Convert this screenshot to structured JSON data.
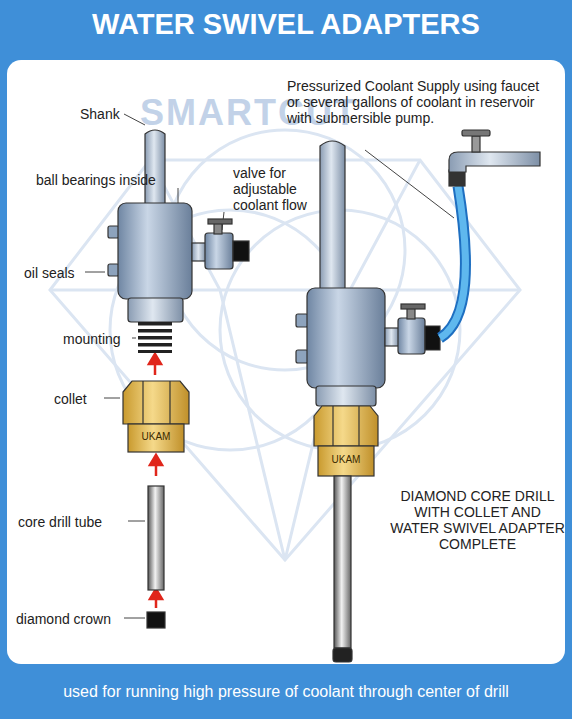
{
  "diagram": {
    "title": "WATER SWIVEL ADAPTERS",
    "caption": "used for running high pressure of coolant through center of drill",
    "labels": [
      "SMARTCUT",
      "Shank",
      "ball bearings inside",
      "valve for adjustable coolant flow",
      "oil seals",
      "mounting",
      "collet",
      "core drill tube",
      "diamond crown",
      "UKAM",
      "UKAM",
      "Pressurized Coolant Supply using faucet or several gallons of coolant in reservoir with submersible pump.",
      "DIAMOND CORE DRILL WITH COLLET AND WATER SWIVEL ADAPTER COMPLETE"
    ]
  }
}
